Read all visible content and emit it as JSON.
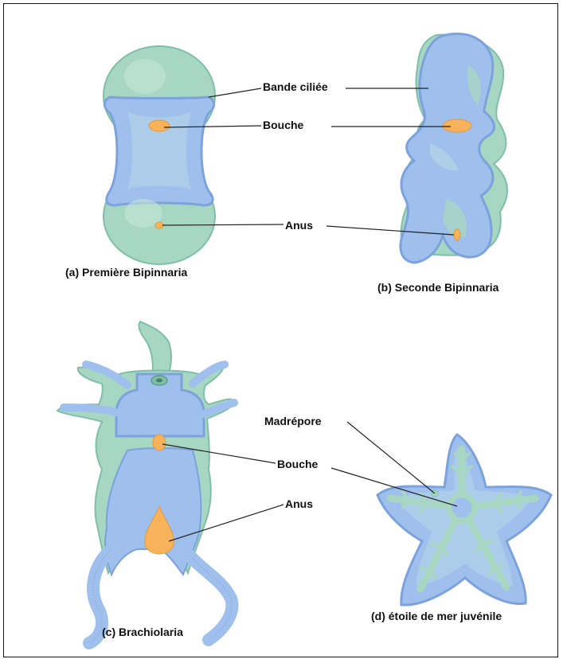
{
  "colors": {
    "green": "#a7d6c3",
    "green_dark": "#7fbfa8",
    "blue": "#9fc0ec",
    "blue_dark": "#7ba2dc",
    "orange": "#f7b25a",
    "cilia": "#8aa0d8"
  },
  "panels": {
    "a": {
      "caption": "(a) Première Bipinnaria",
      "labels": {
        "ciliated_band": "Bande ciliée",
        "mouth": "Bouche",
        "anus": "Anus"
      }
    },
    "b": {
      "caption": "(b) Seconde Bipinnaria"
    },
    "c": {
      "caption": "(c) Brachiolaria",
      "labels": {
        "mouth": "Bouche",
        "anus": "Anus"
      }
    },
    "d": {
      "caption": "(d) étoile de mer juvénile",
      "labels": {
        "madreporite": "Madrépore"
      }
    }
  }
}
